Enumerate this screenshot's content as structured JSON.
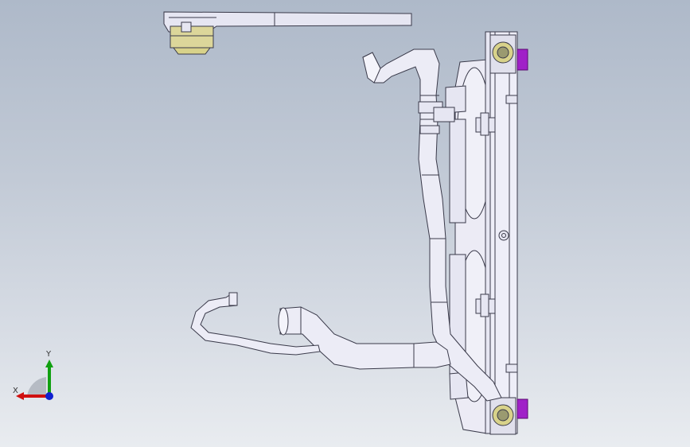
{
  "viewport": {
    "model": "radiator-fan-hose-assembly",
    "background_top": "#aeb9c9",
    "background_bottom": "#e9ecf0",
    "part_fill": "#e6e6f2",
    "part_stroke": "#3a3a4a",
    "mount_accent": "#a020c8",
    "cap_accent": "#d8d28a"
  },
  "triad": {
    "x_label": "X",
    "y_label": "Y",
    "x_color": "#d01010",
    "y_color": "#10a010",
    "z_color": "#1020d0"
  }
}
